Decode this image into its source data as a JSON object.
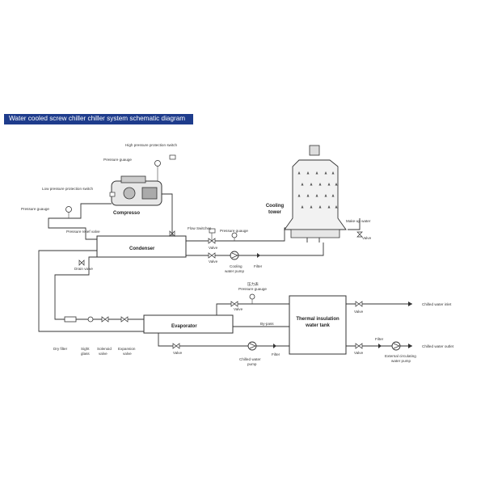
{
  "title": "Water cooled screw chiller chiller system schematic diagram",
  "components": {
    "compressor": "Compresso",
    "condenser": "Condenser",
    "evaporator": "Evaporator",
    "tank_line1": "Thermal insulation",
    "tank_line2": "water tank",
    "tower_line1": "Cooling",
    "tower_line2": "tower"
  },
  "labels": {
    "high_pressure_switch": "High pressure protection switch",
    "pressure_gauge_top": "Pressure guauge",
    "low_pressure_switch": "Low pressure protection switch",
    "pressure_gauge_left": "Pressure guauge",
    "pressure_relief_valve": "Pressure relief valve",
    "drain_valve": "Drain valve",
    "flow_switches": "Flow Switches",
    "pressure_gauge_cond": "Pressure guauge",
    "valve_cond_top": "Valve",
    "valve_cond_bottom": "Valve",
    "cooling_pump_line1": "Cooling",
    "cooling_pump_line2": "water pump",
    "filter_cond": "Filter",
    "make_up_water": "Make-up water",
    "valve_makeup": "Valve",
    "gauge_chinese": "压力表",
    "pressure_gauge_evap": "Pressure guauge",
    "valve_evap_top": "Valve",
    "by_pass": "By-pass",
    "valve_evap_bottom": "Valve",
    "chilled_pump_line1": "Chilled water",
    "chilled_pump_line2": "pump",
    "filter_evap": "Filter",
    "valve_inlet": "Valve",
    "chilled_inlet": "Chilled water inlet",
    "valve_outlet": "Valve",
    "filter_outlet": "Filter",
    "chilled_outlet": "Chilled water outlet",
    "ext_pump_line1": "External circulating",
    "ext_pump_line2": "water pump",
    "dry_filter": "Dry filter",
    "sight_glass_line1": "Sight",
    "sight_glass_line2": "glass",
    "solenoid_line1": "Solenoid",
    "solenoid_line2": "valve",
    "expansion_line1": "Expansion",
    "expansion_line2": "valve"
  },
  "colors": {
    "title_bar": "#1e3c8c",
    "line": "#333333"
  }
}
